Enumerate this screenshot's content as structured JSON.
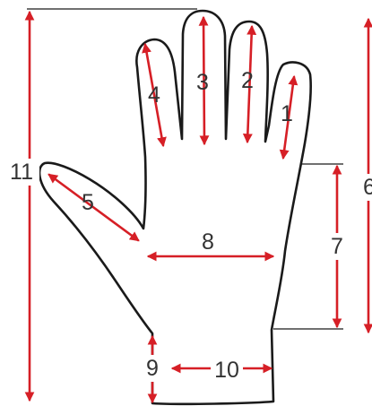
{
  "diagram": {
    "arrow_color": "#d61f26",
    "outline_color": "#1a1a1a",
    "label_color": "#333333",
    "measurements": {
      "m1": "1",
      "m2": "2",
      "m3": "3",
      "m4": "4",
      "m5": "5",
      "m6": "6",
      "m7": "7",
      "m8": "8",
      "m9": "9",
      "m10": "10",
      "m11": "11"
    }
  }
}
